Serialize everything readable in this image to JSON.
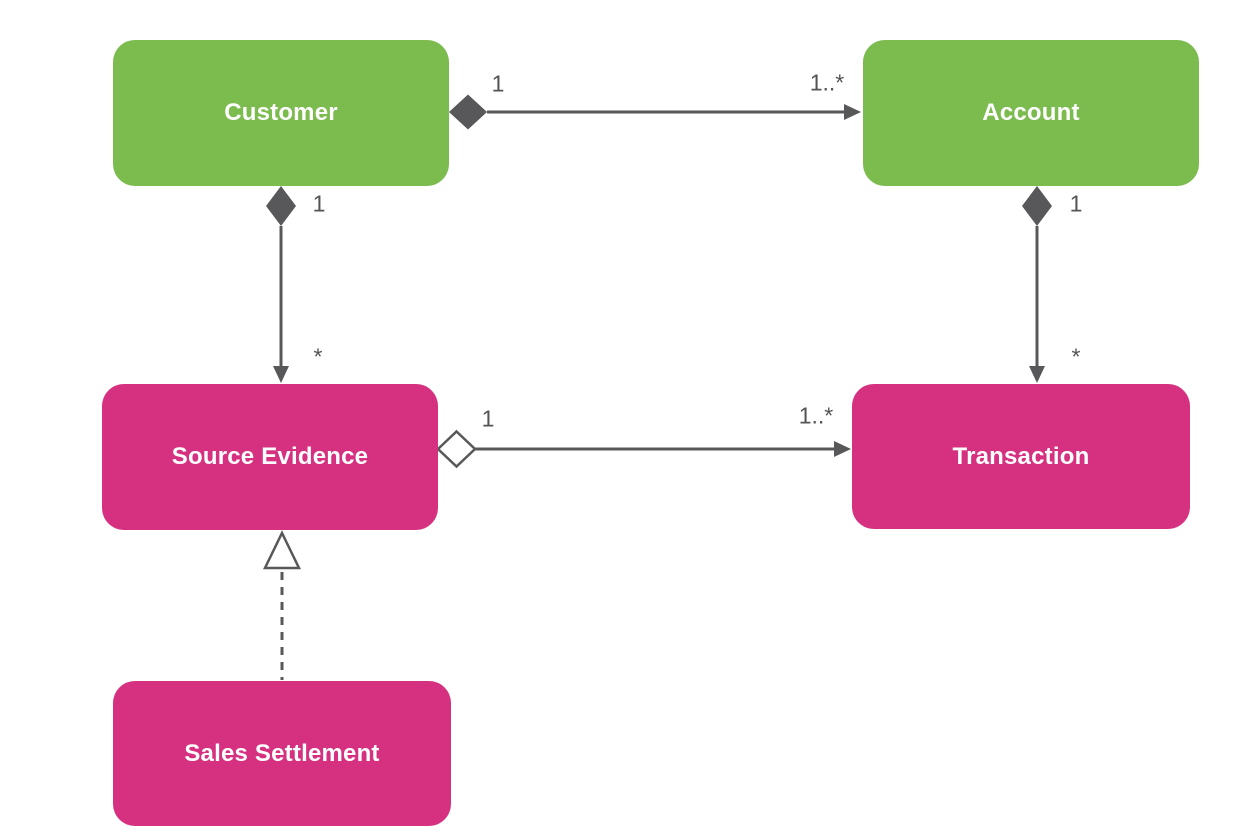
{
  "diagram": {
    "type": "uml-class-diagram",
    "colors": {
      "node_green": "#7cbb4e",
      "node_pink": "#d63180",
      "node_text": "#ffffff",
      "connector": "#58585a",
      "label": "#545456",
      "background": "#ffffff"
    },
    "nodes": [
      {
        "id": "customer",
        "label": "Customer",
        "color": "green"
      },
      {
        "id": "account",
        "label": "Account",
        "color": "green"
      },
      {
        "id": "source-evidence",
        "label": "Source Evidence",
        "color": "pink"
      },
      {
        "id": "transaction",
        "label": "Transaction",
        "color": "pink"
      },
      {
        "id": "sales-settlement",
        "label": "Sales Settlement",
        "color": "pink"
      }
    ],
    "edges": [
      {
        "from": "Customer",
        "to": "Account",
        "type": "composition",
        "arrow": "open-to-target",
        "source_multiplicity": "1",
        "target_multiplicity": "1..*"
      },
      {
        "from": "Customer",
        "to": "Source Evidence",
        "type": "composition",
        "arrow": "open-to-target",
        "source_multiplicity": "1",
        "target_multiplicity": "*"
      },
      {
        "from": "Account",
        "to": "Transaction",
        "type": "composition",
        "arrow": "open-to-target",
        "source_multiplicity": "1",
        "target_multiplicity": "*"
      },
      {
        "from": "Source Evidence",
        "to": "Transaction",
        "type": "aggregation",
        "arrow": "open-to-target",
        "source_multiplicity": "1",
        "target_multiplicity": "1..*"
      },
      {
        "from": "Sales Settlement",
        "to": "Source Evidence",
        "type": "generalization",
        "line_style": "dashed",
        "source_multiplicity": "",
        "target_multiplicity": ""
      }
    ]
  }
}
